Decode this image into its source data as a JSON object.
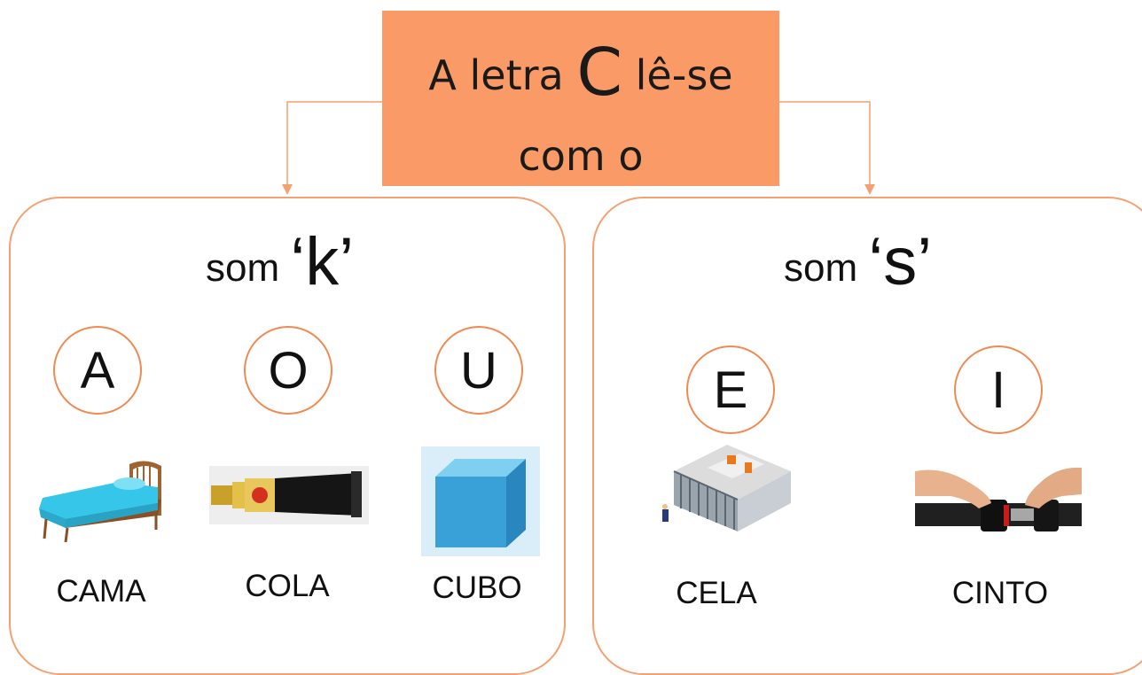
{
  "title": {
    "prefix": "A letra",
    "letter": "C",
    "suffix": "lê-se",
    "line2": "com o"
  },
  "colors": {
    "title_bg": "#fa9a66",
    "accent": "#ef8a52",
    "connector": "#f4a070"
  },
  "groups": [
    {
      "label": "som",
      "sound": "‘k’",
      "items": [
        {
          "vowel": "A",
          "word": "CAMA",
          "image": "bed-icon"
        },
        {
          "vowel": "O",
          "word": "COLA",
          "image": "glue-tube-icon"
        },
        {
          "vowel": "U",
          "word": "CUBO",
          "image": "cube-icon"
        }
      ]
    },
    {
      "label": "som",
      "sound": "‘s’",
      "items": [
        {
          "vowel": "E",
          "word": "CELA",
          "image": "jail-cell-icon"
        },
        {
          "vowel": "I",
          "word": "CINTO",
          "image": "seatbelt-icon"
        }
      ]
    }
  ]
}
